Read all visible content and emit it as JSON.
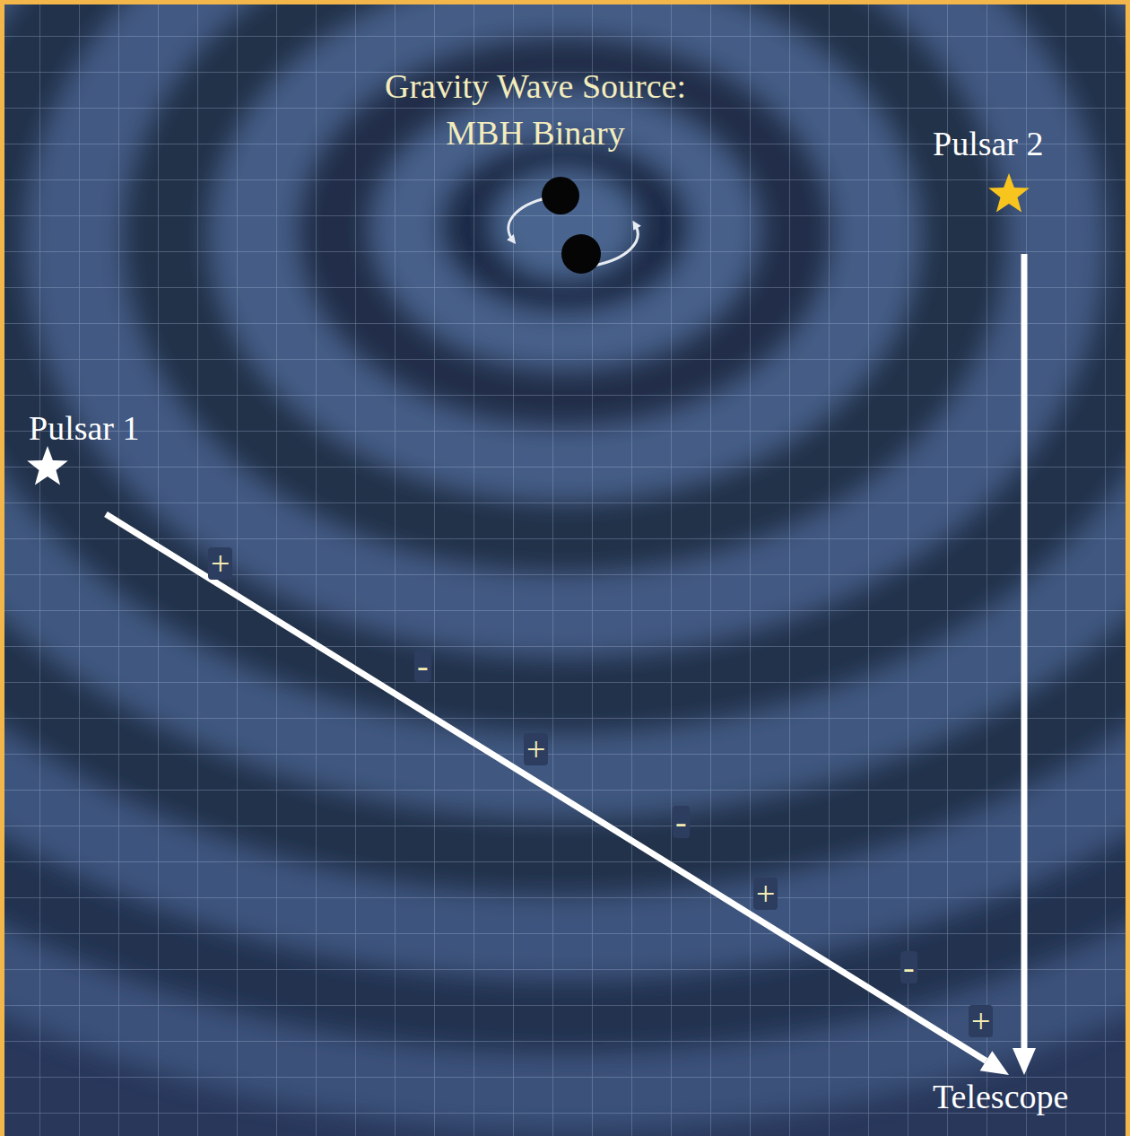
{
  "diagram": {
    "nodes": [
      {
        "text": [
          "Gravity Wave Source: MBH Binary"
        ]
      },
      {
        "text": [
          "Pulsar 2"
        ]
      },
      {
        "text": [
          "Pulsar 1"
        ]
      },
      {
        "text": [
          "Telescope"
        ]
      }
    ],
    "edges": [
      {
        "from": 2,
        "to": 3,
        "arrow": "to"
      },
      {
        "from": 1,
        "to": 3,
        "arrow": "to"
      }
    ],
    "labels": [
      "+",
      "-",
      "+",
      "-",
      "+",
      "-",
      "+"
    ]
  }
}
